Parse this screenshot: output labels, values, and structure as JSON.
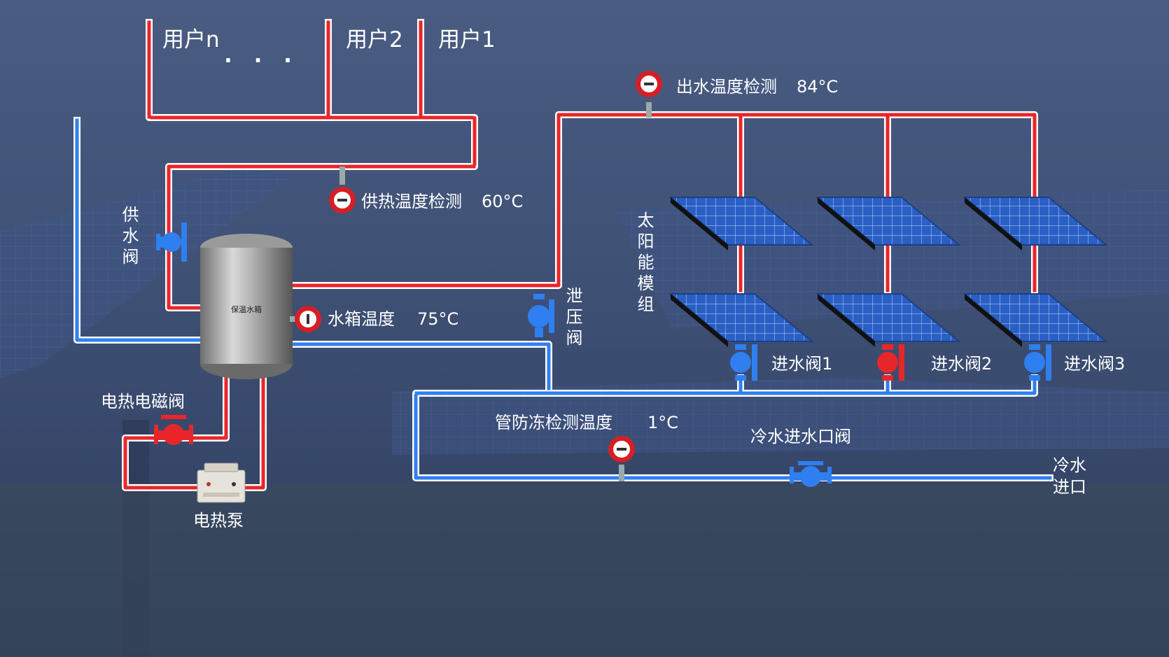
{
  "users": {
    "user_n": "用户n",
    "user_2": "用户2",
    "user_1": "用户1",
    "ellipsis": ". . ."
  },
  "sensors": {
    "outlet_temp": {
      "label": "出水温度检测",
      "value": "84°C"
    },
    "supply_temp": {
      "label": "供热温度检测",
      "value": "60°C"
    },
    "tank_temp": {
      "label": "水箱温度",
      "value": "75°C"
    },
    "antifreeze_temp": {
      "label": "管防冻检测温度",
      "value": "1°C"
    }
  },
  "valves": {
    "supply_valve": "供水阀",
    "relief_valve": "泄压阀",
    "electric_solenoid_valve": "电热电磁阀",
    "inlet_valve_1": "进水阀1",
    "inlet_valve_2": "进水阀2",
    "inlet_valve_3": "进水阀3",
    "cold_water_inlet_valve": "冷水进水口阀"
  },
  "equipment": {
    "tank": "保温水箱",
    "electric_pump": "电热泵",
    "solar_module": "太阳能模组",
    "cold_water_inlet": "冷水进口"
  },
  "colors": {
    "hot_pipe": "#e8262a",
    "cold_pipe": "#2f7ff0",
    "valve_active": "#e8262a",
    "valve_idle": "#2f7ff0",
    "panel": "#2b63c8"
  }
}
